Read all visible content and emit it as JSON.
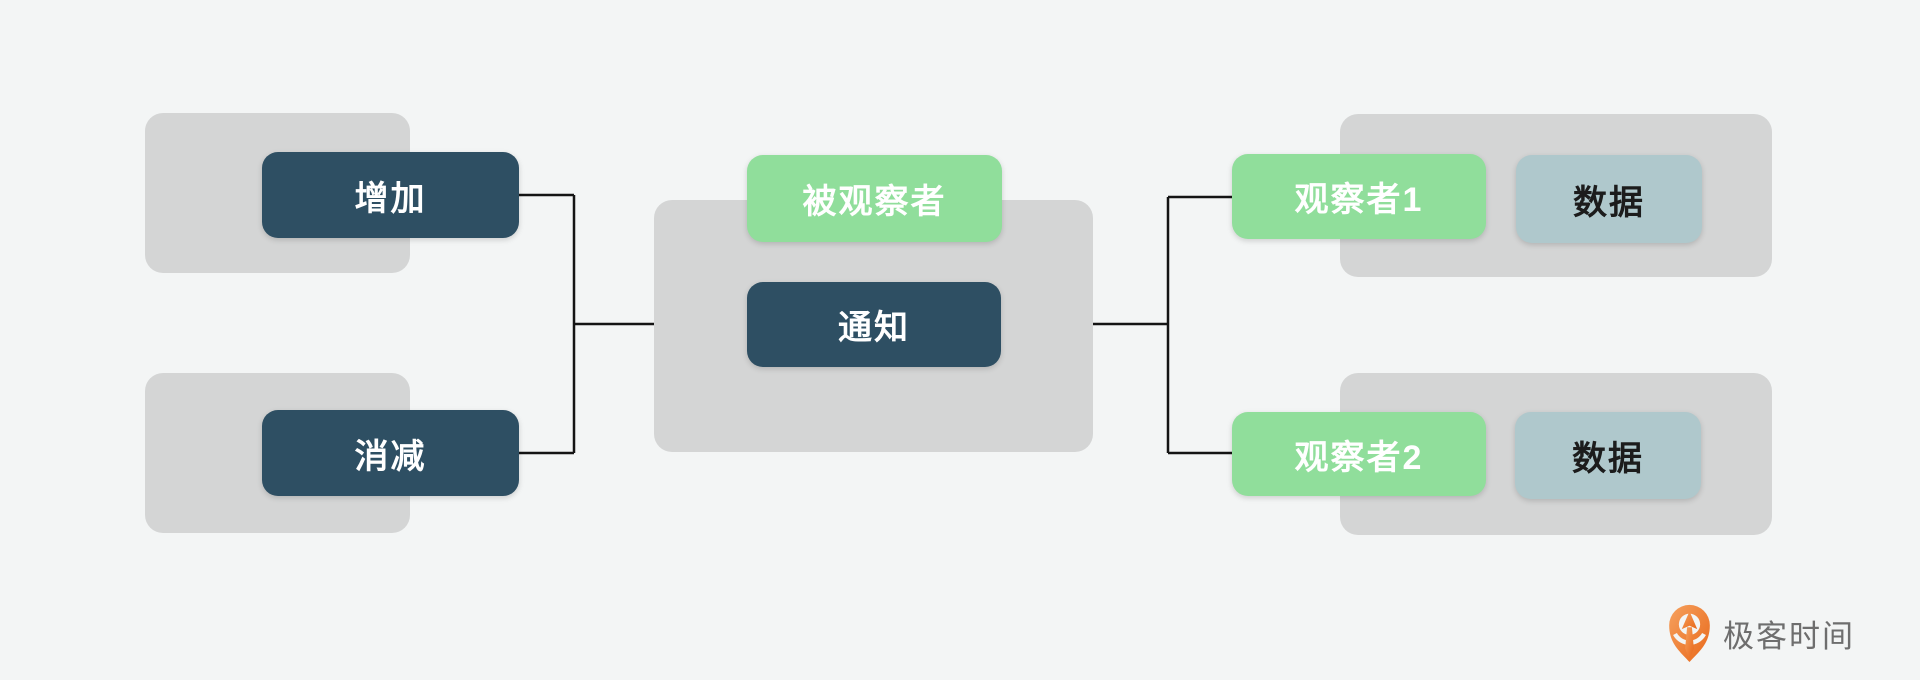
{
  "diagram": {
    "title_hint": "observer-pattern-flow-diagram",
    "background": "#f3f5f5",
    "colors": {
      "background": "#f3f5f5",
      "container": "#d4d5d5",
      "dark": "#2e4f63",
      "green": "#90de9b",
      "slate": "#afc8cc",
      "line": "#141414",
      "logo_text": "#6e6e6e",
      "logo_orange_light": "#f6a15e",
      "logo_orange_dark": "#e8681a"
    },
    "nodes": {
      "increase": {
        "label": "增加"
      },
      "decrease": {
        "label": "消减"
      },
      "subject": {
        "label": "被观察者"
      },
      "notify": {
        "label": "通知"
      },
      "observer1": {
        "label": "观察者1"
      },
      "data1": {
        "label": "数据"
      },
      "observer2": {
        "label": "观察者2"
      },
      "data2": {
        "label": "数据"
      }
    },
    "footer": {
      "brand": "极客时间"
    }
  }
}
